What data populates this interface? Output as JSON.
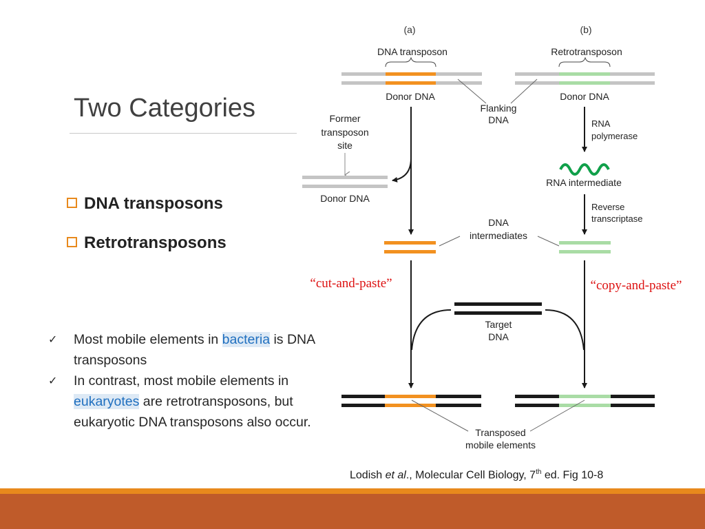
{
  "slide": {
    "title": "Two Categories",
    "categories": [
      "DNA transposons",
      "Retrotransposons"
    ],
    "bullets": [
      {
        "before": "Most mobile elements in ",
        "highlight": "bacteria",
        "after": " is DNA transposons"
      },
      {
        "before": "In contrast, most mobile elements in ",
        "highlight": "eukaryotes",
        "after": " are retrotransposons, but eukaryotic DNA transposons also occur."
      }
    ],
    "caption": {
      "author": "Lodish ",
      "etal": "et al",
      "rest": "., Molecular Cell Biology, 7",
      "sup": "th",
      "end": " ed. Fig 10-8"
    }
  },
  "diagram": {
    "panel_a": "(a)",
    "panel_b": "(b)",
    "dna_transposon": "DNA transposon",
    "retrotransposon": "Retrotransposon",
    "donor_dna_a": "Donor DNA",
    "donor_dna_b": "Donor DNA",
    "flanking": "Flanking",
    "flanking_dna": "DNA",
    "former": "Former",
    "transposon": "transposon",
    "site": "site",
    "donor_dna_left": "Donor DNA",
    "rna": "RNA",
    "polymerase": "polymerase",
    "rna_intermediate": "RNA intermediate",
    "reverse": "Reverse",
    "transcriptase": "transcriptase",
    "dna_int_1": "DNA",
    "dna_int_2": "intermediates",
    "cut_paste": "“cut-and-paste”",
    "copy_paste": "“copy-and-paste”",
    "target": "Target",
    "target_dna": "DNA",
    "transposed": "Transposed",
    "mobile_elements": "mobile elements",
    "colors": {
      "orange": "#f29120",
      "green": "#a9dca5",
      "gray": "#c4c4c4",
      "black": "#1a1a1a",
      "rna": "#10a04a",
      "red": "#dd1111"
    }
  }
}
